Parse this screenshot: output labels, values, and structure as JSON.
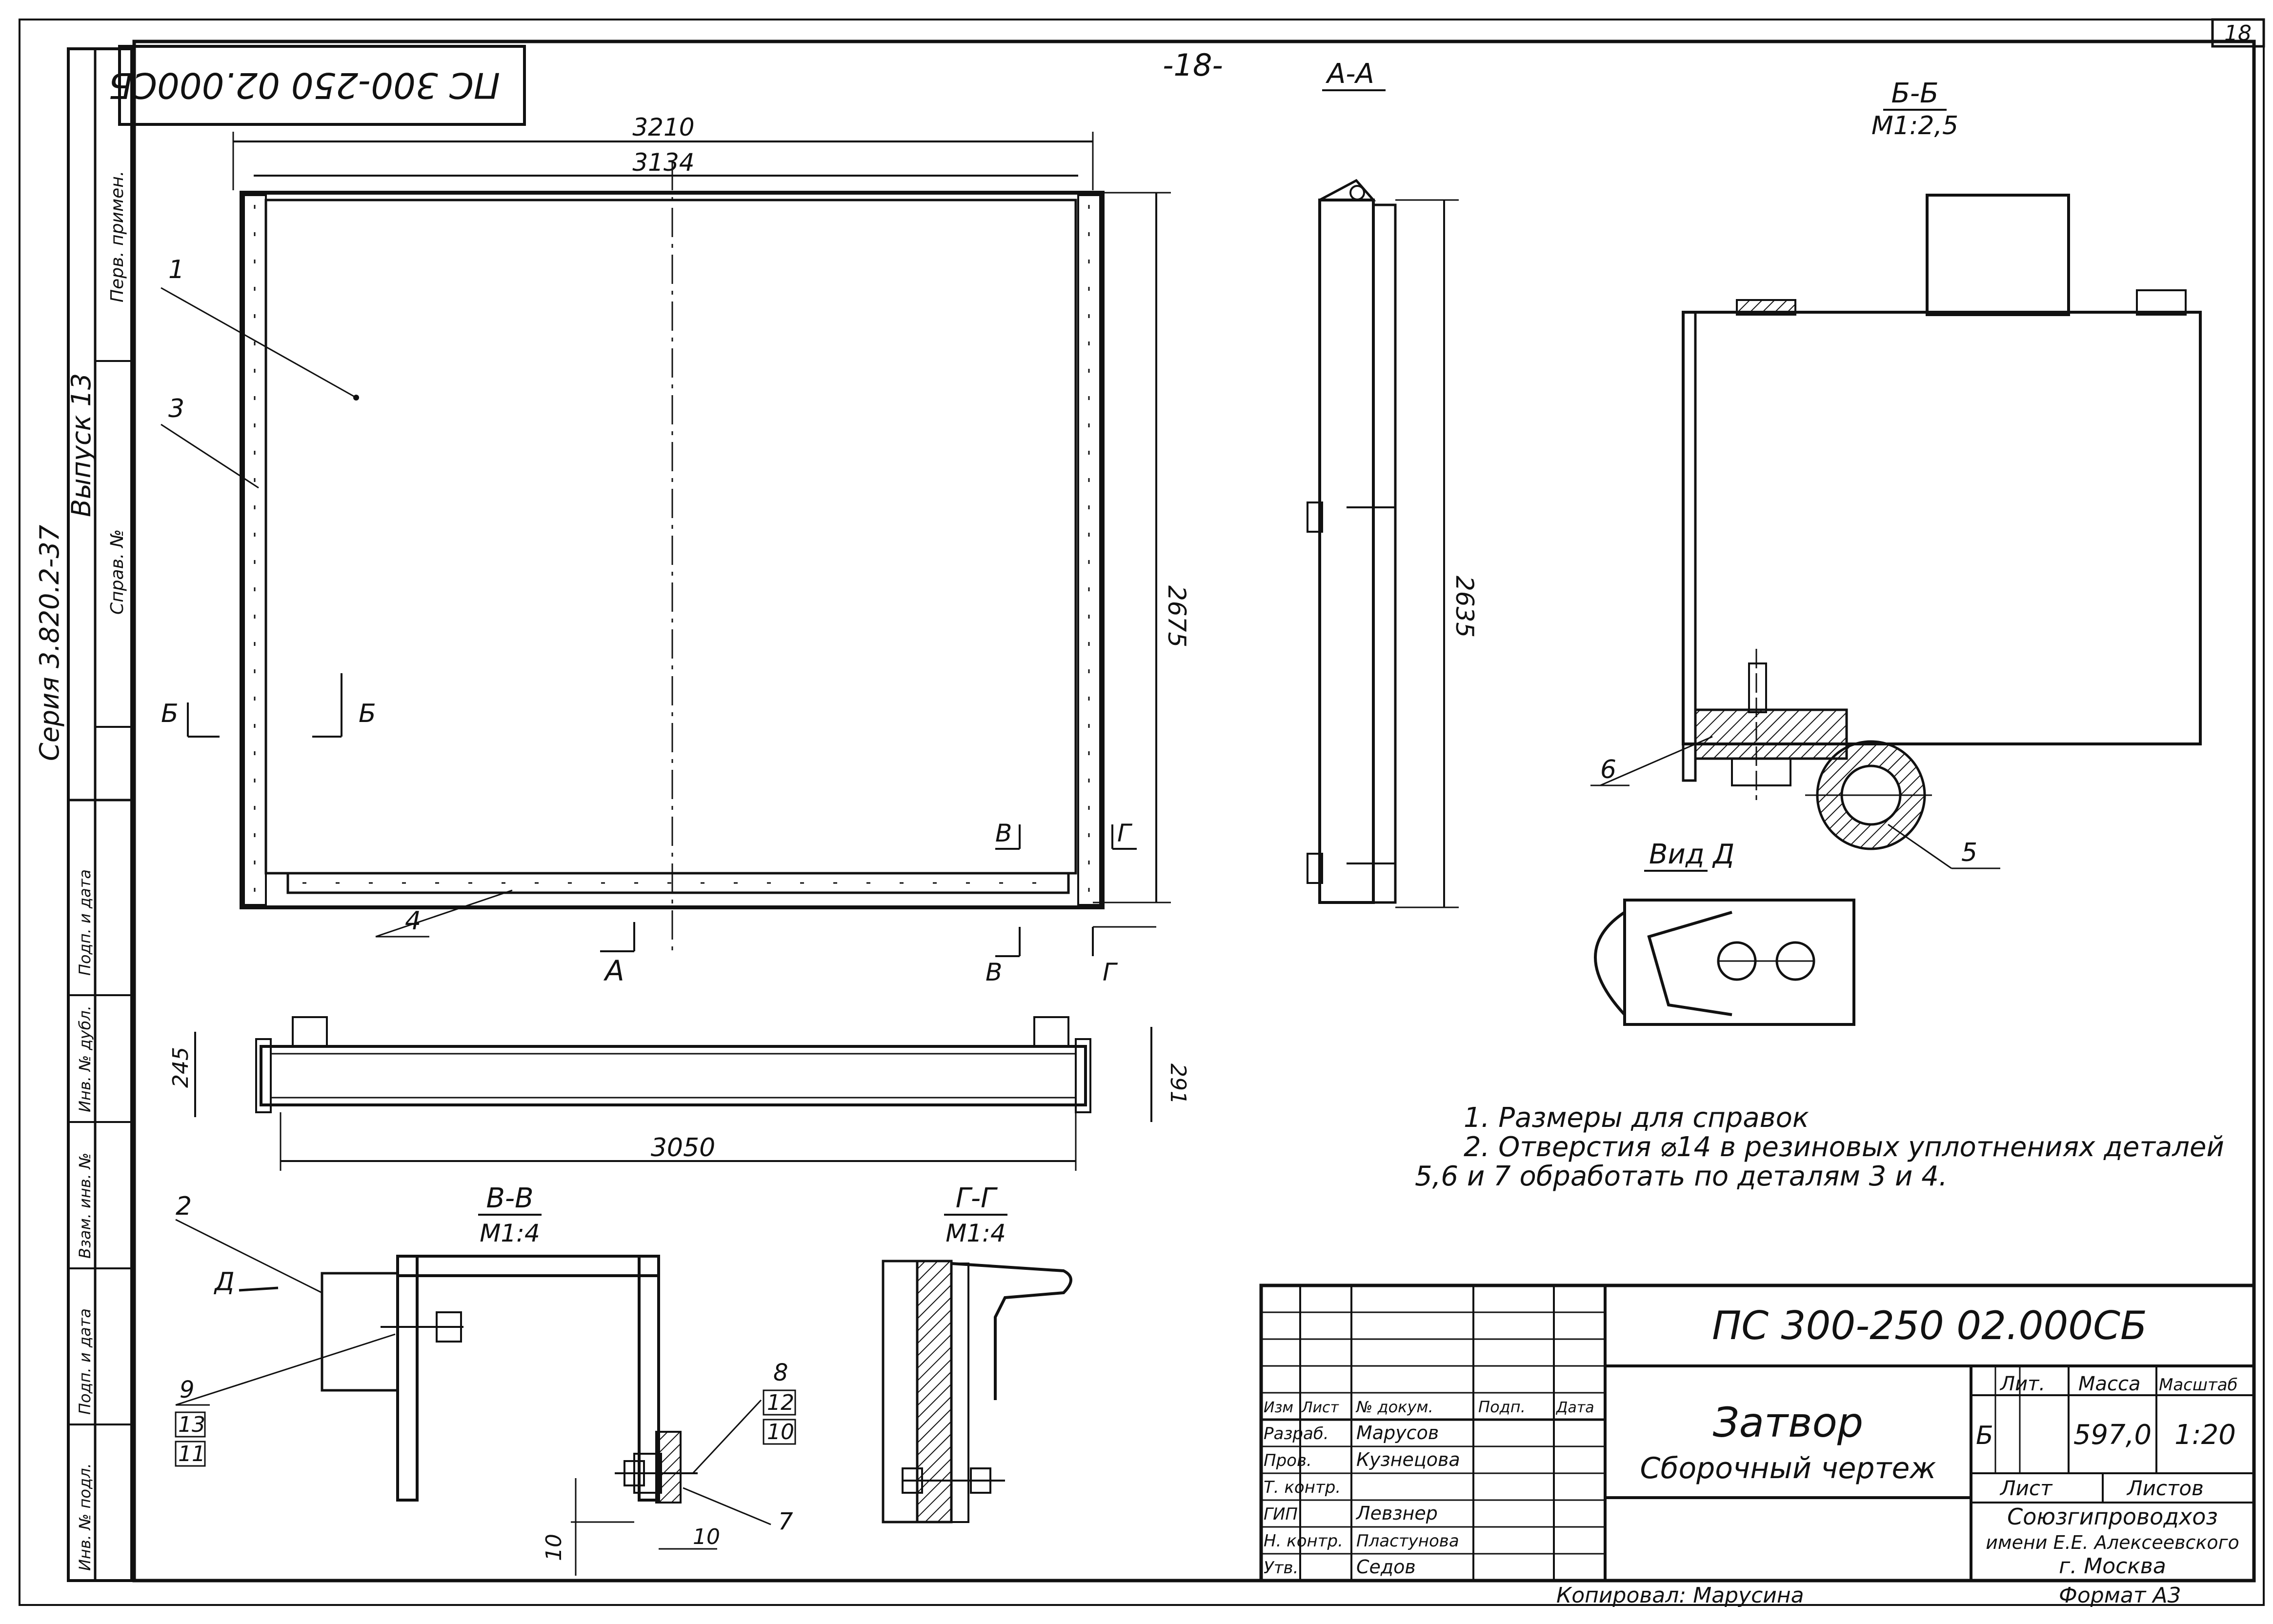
{
  "sheet": {
    "corner_number": "18",
    "page_center_number": "-18-",
    "rotated_stamp": "ПС 300-250 02.000СБ",
    "left_strip": {
      "series": "Серия 3.820.2-37",
      "issue": "Выпуск 13",
      "first_used": "Перв. примен.",
      "ref_no": "Справ. №",
      "sign_date_1": "Подп. и дата",
      "inv_dubl": "Инв. № дубл.",
      "vzam_inv": "Взам. инв. №",
      "sign_date_2": "Подп. и дата",
      "inv_podl": "Инв. № подл."
    }
  },
  "front_view": {
    "dims": {
      "overall_width": "3210",
      "inner_width": "3134",
      "right_height": "2675"
    },
    "leaders": {
      "p1": "1",
      "p3": "3",
      "p4": "4"
    },
    "sections": {
      "b_left": "Б",
      "b_right": "Б",
      "a": "А",
      "v": "В",
      "g": "Г"
    }
  },
  "view_aa": {
    "title": "А-А",
    "height": "2635"
  },
  "plan_view": {
    "width": "3050",
    "left_height": "245",
    "right_height": "291"
  },
  "section_bb": {
    "title": "Б-Б",
    "scale": "М1:2,5",
    "p6": "6",
    "p5": "5"
  },
  "view_d": {
    "title": "Вид Д"
  },
  "section_vv": {
    "title": "В-В",
    "scale": "М1:4",
    "p2": "2",
    "p9": "9",
    "p13": "13",
    "p11": "11",
    "p8": "8",
    "p12": "12",
    "p10": "10",
    "p7": "7",
    "d10_a": "10",
    "d10_b": "10",
    "arrow_d": "Д"
  },
  "section_gg": {
    "title": "Г-Г",
    "scale": "М1:4"
  },
  "notes": {
    "n1": "1. Размеры для справок",
    "n2": "2. Отверстия ⌀14 в резиновых уплотнениях деталей",
    "n3": "5,6 и 7 обработать по деталям 3 и 4."
  },
  "title_block": {
    "designation": "ПС 300-250 02.000СБ",
    "name": "Затвор",
    "doc_type": "Сборочный чертеж",
    "head_izm": "Изм",
    "head_list": "Лист",
    "head_docnum": "№ докум.",
    "head_sign": "Подп.",
    "head_date": "Дата",
    "col_lit": "Лит.",
    "col_mass": "Масса",
    "col_scale": "Масштаб",
    "lit_value": "Б",
    "mass_value": "597,0",
    "scale_value": "1:20",
    "sheet_label": "Лист",
    "sheets_label": "Листов",
    "roles": [
      "Разраб.",
      "Пров.",
      "Т. контр.",
      "ГИП",
      "Н. контр.",
      "Утв."
    ],
    "names": [
      "Марусов",
      "Кузнецова",
      "",
      "Левзнер",
      "Пластунова",
      "Седов"
    ],
    "org_1": "Союзгипроводхоз",
    "org_2": "имени Е.Е. Алексеевского",
    "org_3": "г. Москва"
  },
  "footer": {
    "copied": "Копировал: Марусина",
    "format": "Формат А3"
  }
}
